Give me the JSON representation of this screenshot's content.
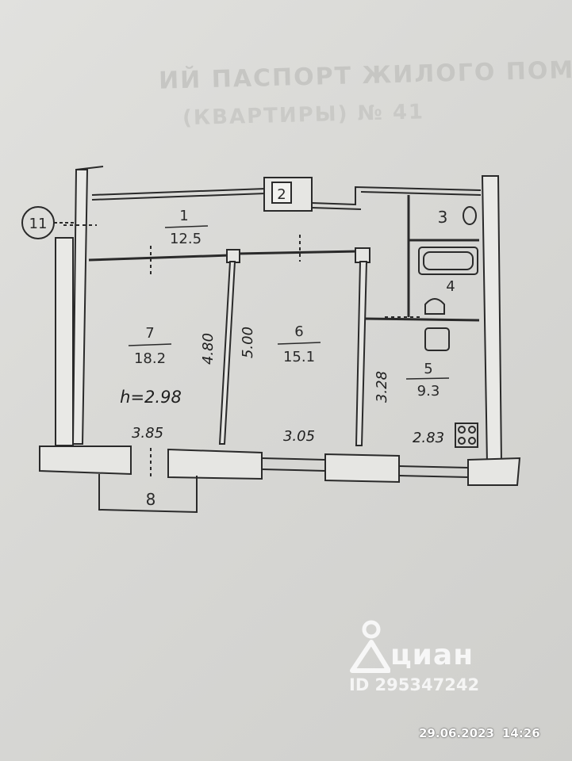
{
  "rooms": [
    {
      "number": "1",
      "area": "12.5"
    },
    {
      "number": "2"
    },
    {
      "number": "3"
    },
    {
      "number": "4"
    },
    {
      "number": "5",
      "area": "9.3"
    },
    {
      "number": "6",
      "area": "15.1"
    },
    {
      "number": "7",
      "area": "18.2"
    },
    {
      "number": "8"
    }
  ],
  "dimensions": {
    "room7_width": "3.85",
    "room7_depth": "4.80",
    "ceiling_height": "h=2.98",
    "room6_width": "3.05",
    "room6_depth": "5.00",
    "room5_width": "2.83",
    "room5_depth": "3.28"
  },
  "axis_marker": "11",
  "watermark": {
    "brand": "циан",
    "id": "ID 295347242"
  },
  "timestamp": {
    "date": "29.06.2023",
    "time": "14:26"
  },
  "colors": {
    "ink": "#2a2a2a",
    "paper": "#dcdcd9",
    "watermark": "#ffffff"
  }
}
